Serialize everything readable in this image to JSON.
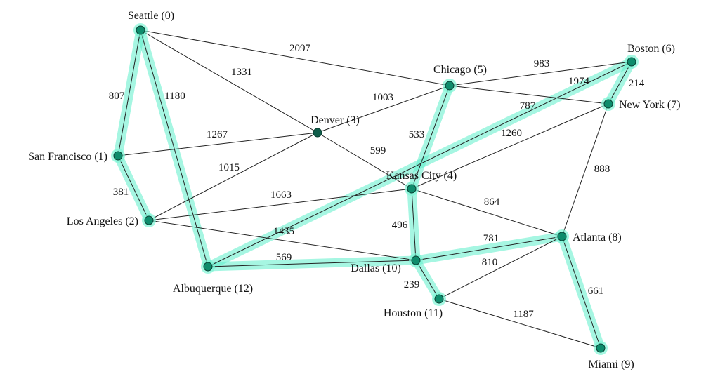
{
  "colors": {
    "edge": "#222222",
    "highlight": "#5ef0cc",
    "node": "#0f5d4a"
  },
  "graph": {
    "nodes": [
      {
        "id": 0,
        "label": "Seattle (0)"
      },
      {
        "id": 1,
        "label": "San Francisco (1)"
      },
      {
        "id": 2,
        "label": "Los Angeles (2)"
      },
      {
        "id": 3,
        "label": "Denver (3)"
      },
      {
        "id": 4,
        "label": "Kansas City (4)"
      },
      {
        "id": 5,
        "label": "Chicago (5)"
      },
      {
        "id": 6,
        "label": "Boston (6)"
      },
      {
        "id": 7,
        "label": "New York (7)"
      },
      {
        "id": 8,
        "label": "Atlanta (8)"
      },
      {
        "id": 9,
        "label": "Miami (9)"
      },
      {
        "id": 10,
        "label": "Dallas (10)"
      },
      {
        "id": 11,
        "label": "Houston (11)"
      },
      {
        "id": 12,
        "label": "Albuquerque (12)"
      }
    ],
    "edges": [
      {
        "a": 0,
        "b": 5,
        "w": "2097",
        "highlighted": false
      },
      {
        "a": 0,
        "b": 3,
        "w": "1331",
        "highlighted": false
      },
      {
        "a": 0,
        "b": 1,
        "w": "807",
        "highlighted": true
      },
      {
        "a": 0,
        "b": 12,
        "w": "1180",
        "highlighted": true
      },
      {
        "a": 1,
        "b": 3,
        "w": "1267",
        "highlighted": false
      },
      {
        "a": 1,
        "b": 2,
        "w": "381",
        "highlighted": true
      },
      {
        "a": 2,
        "b": 3,
        "w": "1015",
        "highlighted": false
      },
      {
        "a": 2,
        "b": 4,
        "w": "1663",
        "highlighted": false
      },
      {
        "a": 2,
        "b": 10,
        "w": "1435",
        "highlighted": false
      },
      {
        "a": 3,
        "b": 5,
        "w": "1003",
        "highlighted": false
      },
      {
        "a": 3,
        "b": 4,
        "w": "599",
        "highlighted": false
      },
      {
        "a": 4,
        "b": 5,
        "w": "533",
        "highlighted": true
      },
      {
        "a": 4,
        "b": 7,
        "w": "1260",
        "highlighted": false
      },
      {
        "a": 4,
        "b": 8,
        "w": "864",
        "highlighted": false
      },
      {
        "a": 4,
        "b": 10,
        "w": "496",
        "highlighted": true
      },
      {
        "a": 5,
        "b": 6,
        "w": "983",
        "highlighted": false
      },
      {
        "a": 5,
        "b": 7,
        "w": "787",
        "highlighted": false
      },
      {
        "a": 6,
        "b": 7,
        "w": "214",
        "highlighted": true
      },
      {
        "a": 6,
        "b": 12,
        "w": "1974",
        "highlighted": true
      },
      {
        "a": 7,
        "b": 8,
        "w": "888",
        "highlighted": false
      },
      {
        "a": 8,
        "b": 9,
        "w": "661",
        "highlighted": true
      },
      {
        "a": 8,
        "b": 10,
        "w": "781",
        "highlighted": true
      },
      {
        "a": 8,
        "b": 11,
        "w": "810",
        "highlighted": false
      },
      {
        "a": 9,
        "b": 11,
        "w": "1187",
        "highlighted": false
      },
      {
        "a": 10,
        "b": 11,
        "w": "239",
        "highlighted": true
      },
      {
        "a": 10,
        "b": 12,
        "w": "569",
        "highlighted": true
      }
    ]
  }
}
